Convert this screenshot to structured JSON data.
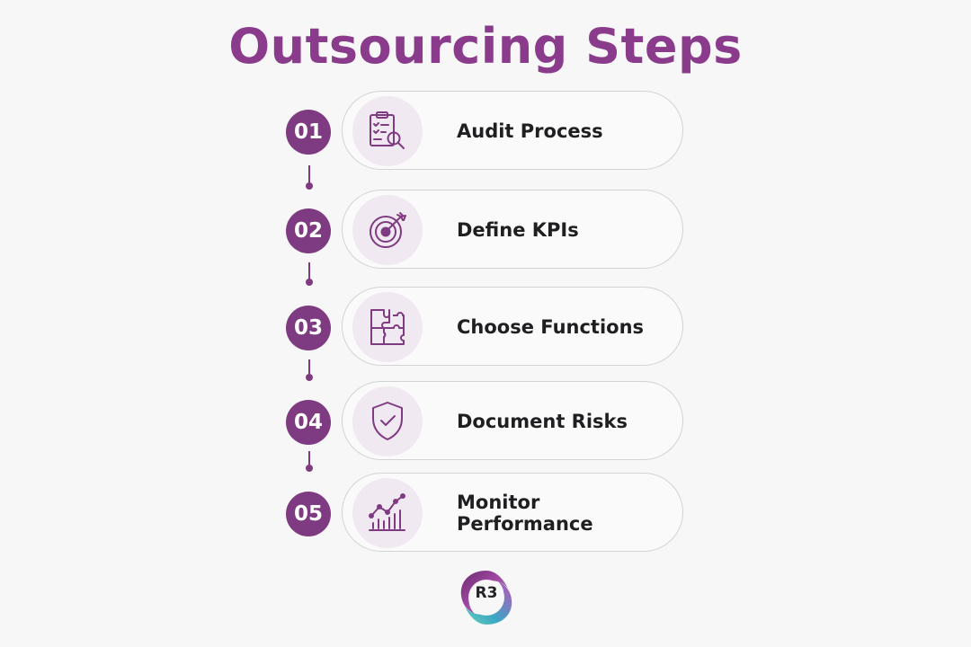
{
  "title": "Outsourcing Steps",
  "colors": {
    "accent": "#7f3b82",
    "title": "#8a3b8c",
    "icon_bg": "#f1e9f1",
    "text": "#1f1f22"
  },
  "steps": [
    {
      "number": "01",
      "label": "Audit Process",
      "icon": "clipboard-search-icon"
    },
    {
      "number": "02",
      "label": "Define KPIs",
      "icon": "target-arrow-icon"
    },
    {
      "number": "03",
      "label": "Choose Functions",
      "icon": "puzzle-icon"
    },
    {
      "number": "04",
      "label": "Document Risks",
      "icon": "shield-check-icon"
    },
    {
      "number": "05",
      "label": "Monitor Performance",
      "icon": "trend-chart-icon"
    }
  ],
  "logo": {
    "text": "R3"
  }
}
